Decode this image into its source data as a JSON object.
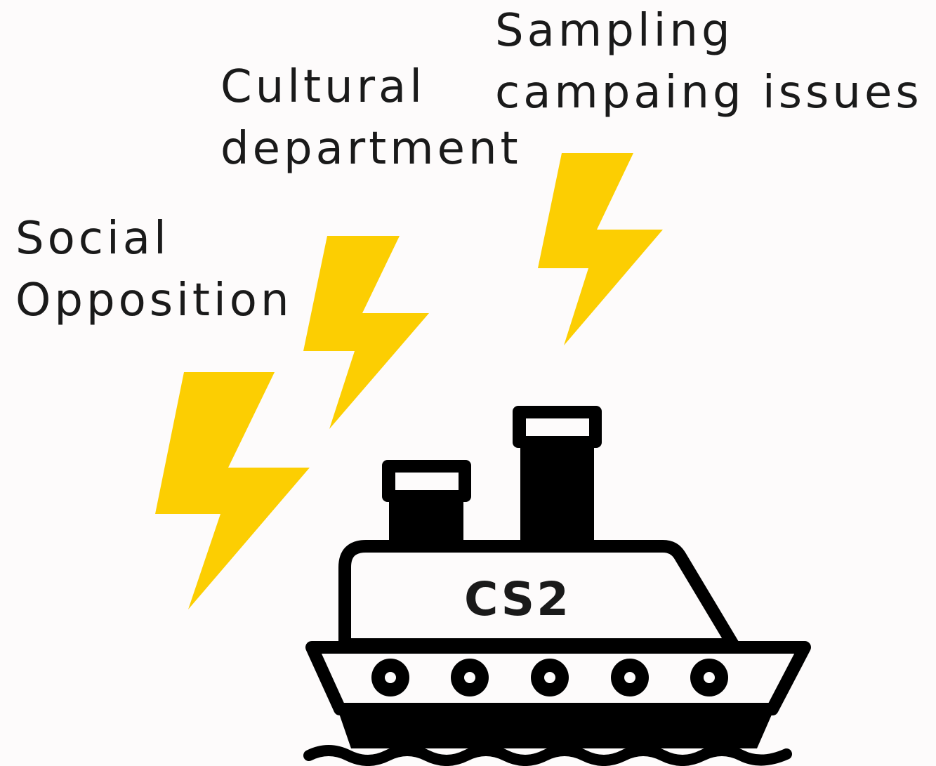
{
  "labels": {
    "social": [
      "Social",
      "Opposition"
    ],
    "cultural": [
      "Cultural",
      "department"
    ],
    "sampling": [
      "Sampling",
      "campaing issues"
    ]
  },
  "ship": {
    "name": "CS2"
  },
  "colors": {
    "bolt": "#fcce02",
    "ink": "#000000",
    "text": "#1a1a1a",
    "background": "#fdfbfb"
  },
  "icons": [
    "lightning-bolt-icon",
    "ship-icon",
    "porthole-icon",
    "funnel-icon",
    "wave-icon"
  ]
}
